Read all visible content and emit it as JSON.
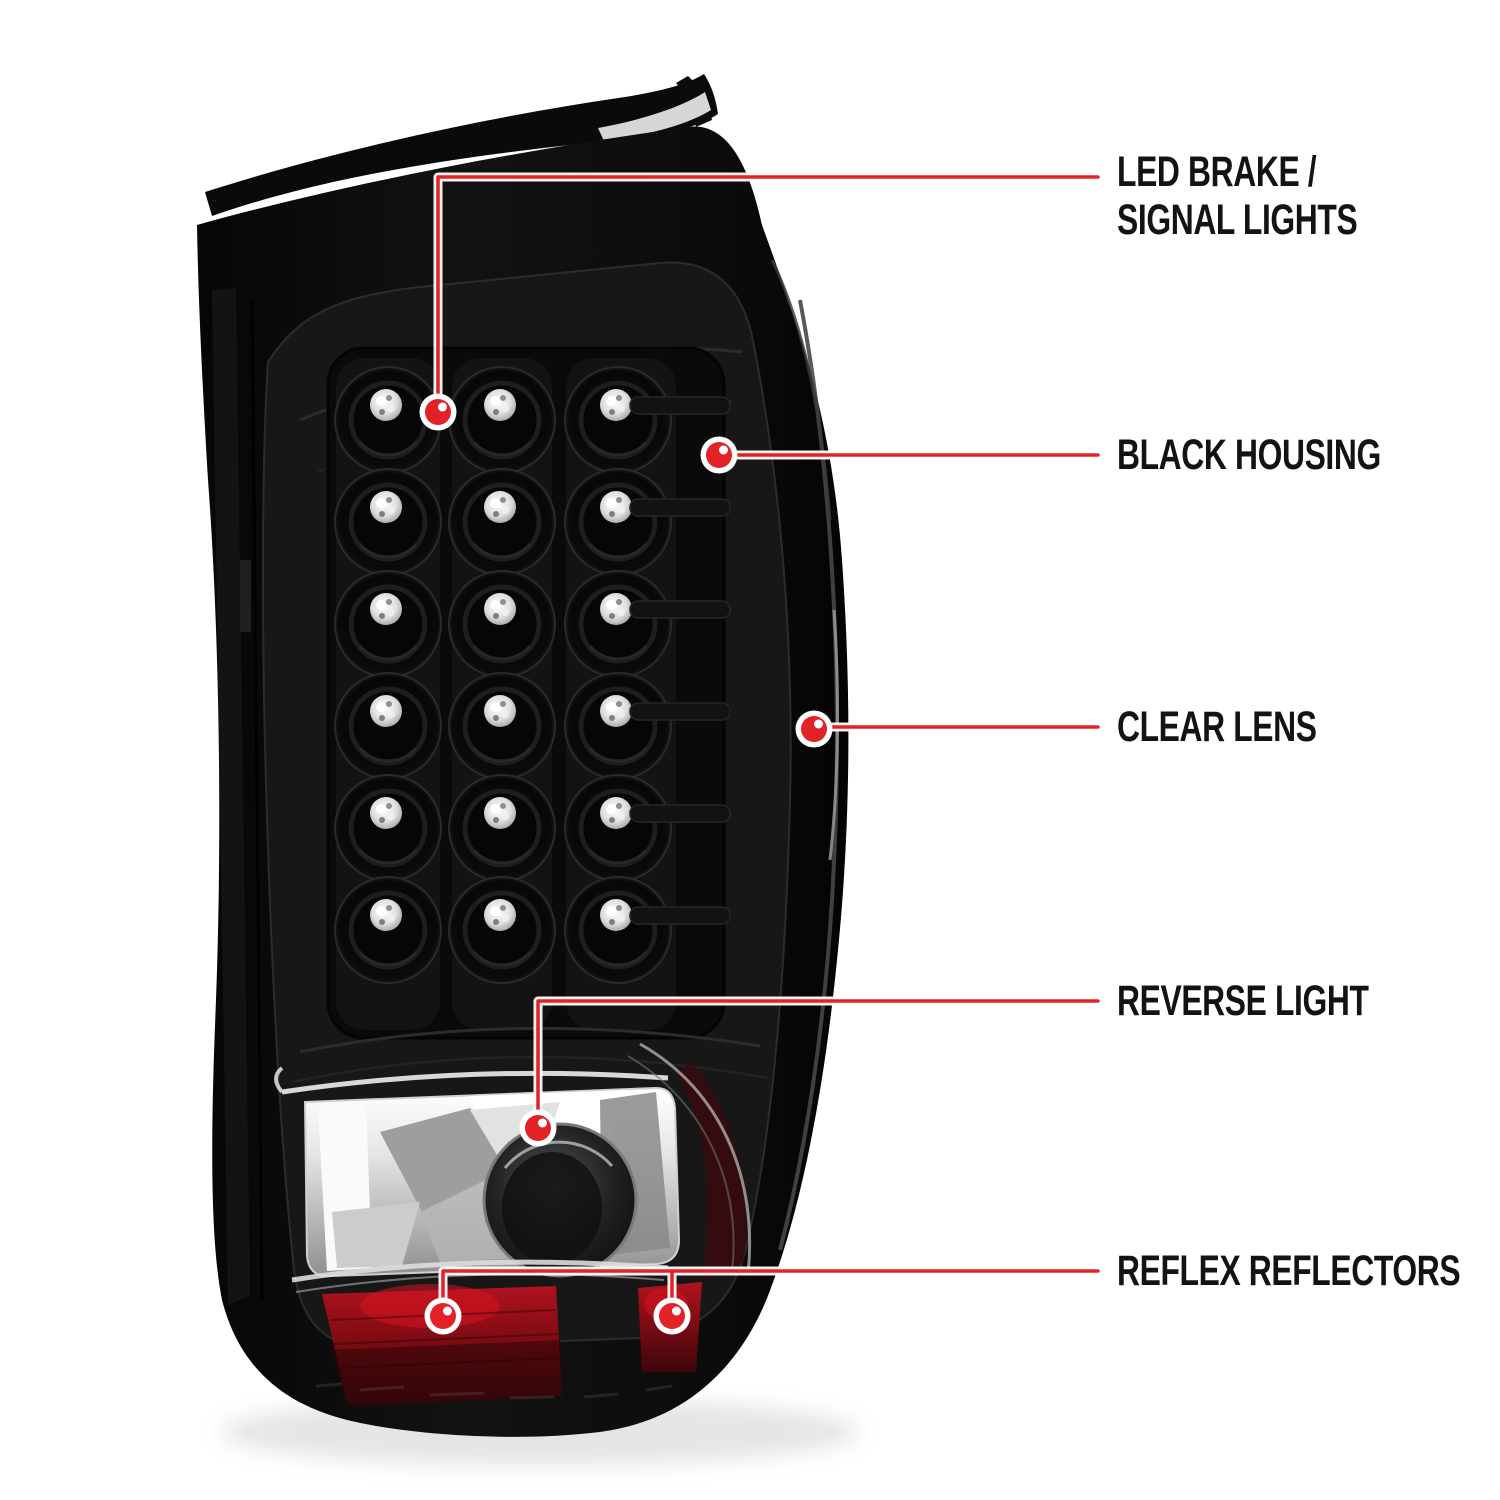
{
  "callouts": [
    {
      "id": "led-brake-signal-lights",
      "lines": [
        "LED BRAKE /",
        "SIGNAL LIGHTS"
      ]
    },
    {
      "id": "black-housing",
      "lines": [
        "BLACK HOUSING"
      ]
    },
    {
      "id": "clear-lens",
      "lines": [
        "CLEAR LENS"
      ]
    },
    {
      "id": "reverse-light",
      "lines": [
        "REVERSE LIGHT"
      ]
    },
    {
      "id": "reflex-reflectors",
      "lines": [
        "REFLEX REFLECTORS"
      ]
    }
  ],
  "colors": {
    "accent": "#e32228",
    "label_text": "#131313",
    "background": "#ffffff",
    "housing_black": "#0b0b0b",
    "chrome_silver": "#d9d9d9",
    "reflector_red": "#a50f18"
  }
}
